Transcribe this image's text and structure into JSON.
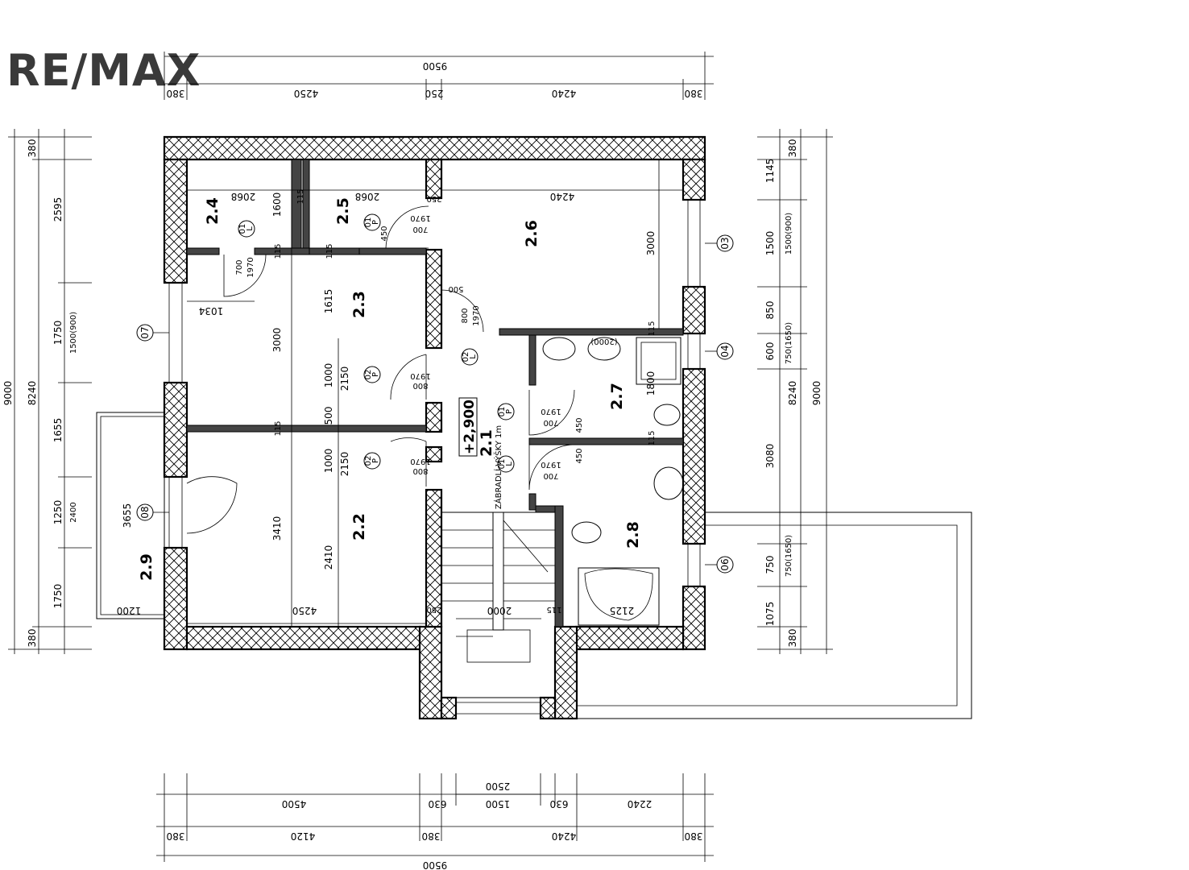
{
  "brand": {
    "logo": "RE/MAX"
  },
  "rooms": {
    "r24": "2.4",
    "r25": "2.5",
    "r26": "2.6",
    "r23": "2.3",
    "r27": "2.7",
    "r21": "2.1",
    "r22": "2.2",
    "r28": "2.8",
    "r29": "2.9"
  },
  "level": "+2,900",
  "notes": {
    "railing": "ZÁBRADLÍ  VÝŠKY  1m"
  },
  "windows": {
    "w03": "03",
    "w04": "04",
    "w06": "06",
    "w07": "07",
    "w08": "08"
  },
  "doors": {
    "d01": "01",
    "d02": "02",
    "dL": "L",
    "dP": "P"
  },
  "dims_top": {
    "total": "9500",
    "a": "380",
    "b": "4250",
    "c": "250",
    "d": "4240",
    "e": "380"
  },
  "dims_bottom": {
    "total": "9500",
    "r1": [
      "380",
      "4120",
      "380",
      "4240",
      "380"
    ],
    "r2": [
      "4500",
      "630",
      "1500",
      "630",
      "2240"
    ],
    "r3": "2500"
  },
  "dims_left": {
    "total": "9000",
    "inner": "8240",
    "chain": [
      "380",
      "2595",
      "1750",
      "1655",
      "1250",
      "1750",
      "380"
    ],
    "openings": [
      "1500(900)",
      "2400"
    ],
    "balcony_depth": "3655",
    "balcony_width": "1200"
  },
  "dims_right": {
    "total": "9000",
    "inner": "8240",
    "chain": [
      "380",
      "1145",
      "1500",
      "850",
      "600",
      "3080",
      "750",
      "1075",
      "380"
    ],
    "openings": [
      "1500(900)",
      "750(1650)",
      "750(1650)"
    ]
  },
  "dims_inner": {
    "d2068a": "2068",
    "d2068b": "2068",
    "d1600": "1600",
    "d115": "115",
    "d4240": "4240",
    "d3000a": "3000",
    "d3000b": "3000",
    "d1615": "1615",
    "d1000": "1000",
    "d2150": "2150",
    "d500": "500",
    "d1034": "1034",
    "d700": "700",
    "d1970": "1970",
    "d800": "800",
    "d450": "450",
    "d1800": "1800",
    "d2000": "(2000)",
    "d3410": "3410",
    "d2410": "2410",
    "d4250": "4250",
    "d2125": "2125",
    "dstair": "2000",
    "d250": "250"
  }
}
